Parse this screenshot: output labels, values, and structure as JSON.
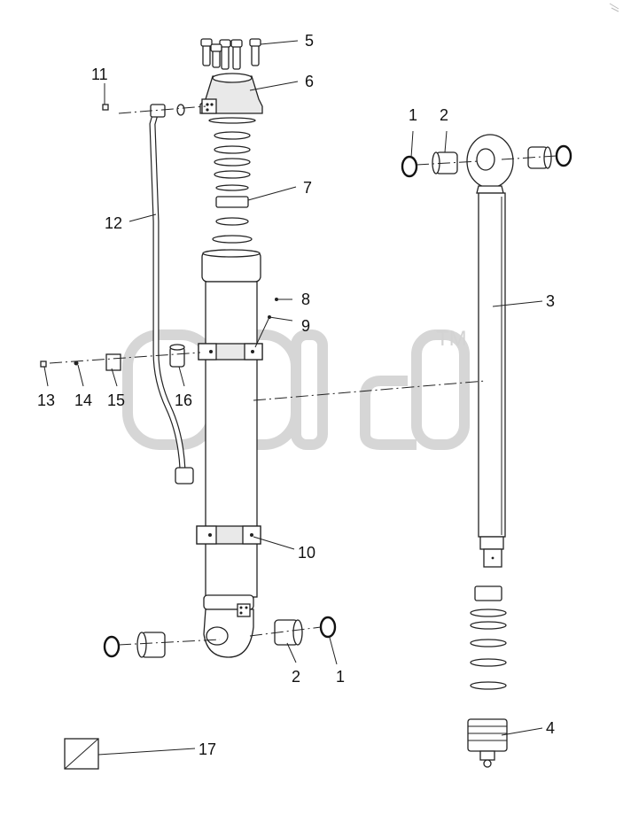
{
  "diagram": {
    "callouts": [
      {
        "id": "c5",
        "label": "5"
      },
      {
        "id": "c6",
        "label": "6"
      },
      {
        "id": "c11",
        "label": "11"
      },
      {
        "id": "c7",
        "label": "7"
      },
      {
        "id": "c12",
        "label": "12"
      },
      {
        "id": "c8",
        "label": "8"
      },
      {
        "id": "c9",
        "label": "9"
      },
      {
        "id": "c13",
        "label": "13"
      },
      {
        "id": "c14",
        "label": "14"
      },
      {
        "id": "c15",
        "label": "15"
      },
      {
        "id": "c16",
        "label": "16"
      },
      {
        "id": "c10",
        "label": "10"
      },
      {
        "id": "c2l",
        "label": "2"
      },
      {
        "id": "c1l",
        "label": "1"
      },
      {
        "id": "c17",
        "label": "17"
      },
      {
        "id": "c1r",
        "label": "1"
      },
      {
        "id": "c2r",
        "label": "2"
      },
      {
        "id": "c3",
        "label": "3"
      },
      {
        "id": "c4",
        "label": "4"
      }
    ],
    "watermark": {
      "trademark": "TM"
    }
  }
}
